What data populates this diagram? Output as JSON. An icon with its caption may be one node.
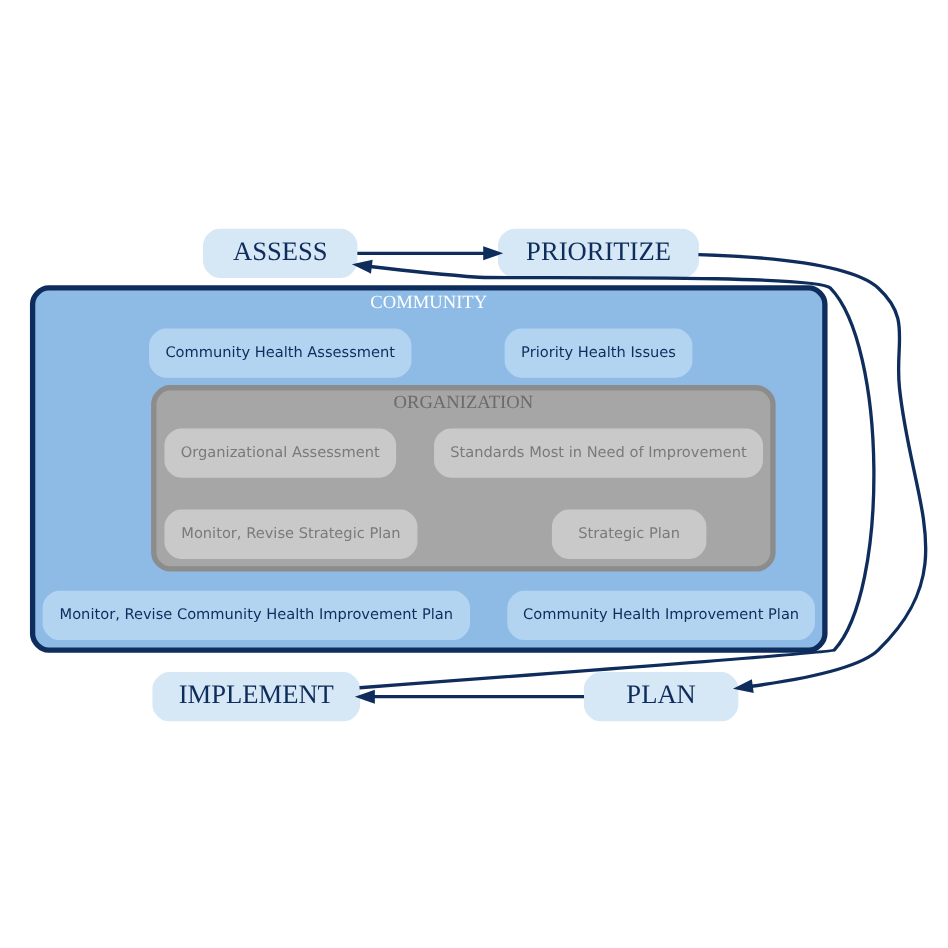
{
  "diagram": {
    "nodes": [
      {
        "text": [
          "ASSESS"
        ]
      },
      {
        "text": [
          "PRIORITIZE"
        ]
      },
      {
        "text": [
          "PLAN"
        ]
      },
      {
        "text": [
          "IMPLEMENT"
        ]
      },
      {
        "text": [
          "COMMUNITY"
        ]
      },
      {
        "text": [
          "Community Health Assessment"
        ],
        "in": 4
      },
      {
        "text": [
          "Priority Health Issues"
        ],
        "in": 4
      },
      {
        "text": [
          "Community Health Improvement Plan"
        ],
        "in": 4
      },
      {
        "text": [
          "Monitor, Revise Community Health Improvement Plan"
        ],
        "in": 4
      },
      {
        "text": [
          "ORGANIZATION"
        ],
        "in": 4
      },
      {
        "text": [
          "Organizational Assessment"
        ],
        "in": 9
      },
      {
        "text": [
          "Standards Most in Need of Improvement"
        ],
        "in": 9
      },
      {
        "text": [
          "Strategic Plan"
        ],
        "in": 9
      },
      {
        "text": [
          "Monitor, Revise Strategic Plan"
        ],
        "in": 9
      }
    ],
    "edges": [
      {
        "from": 0,
        "to": 1,
        "arrow": "to"
      },
      {
        "from": 1,
        "to": 2,
        "arrow": "to"
      },
      {
        "from": 2,
        "to": 3,
        "arrow": "to"
      },
      {
        "from": 3,
        "to": 0,
        "arrow": "to"
      }
    ]
  }
}
